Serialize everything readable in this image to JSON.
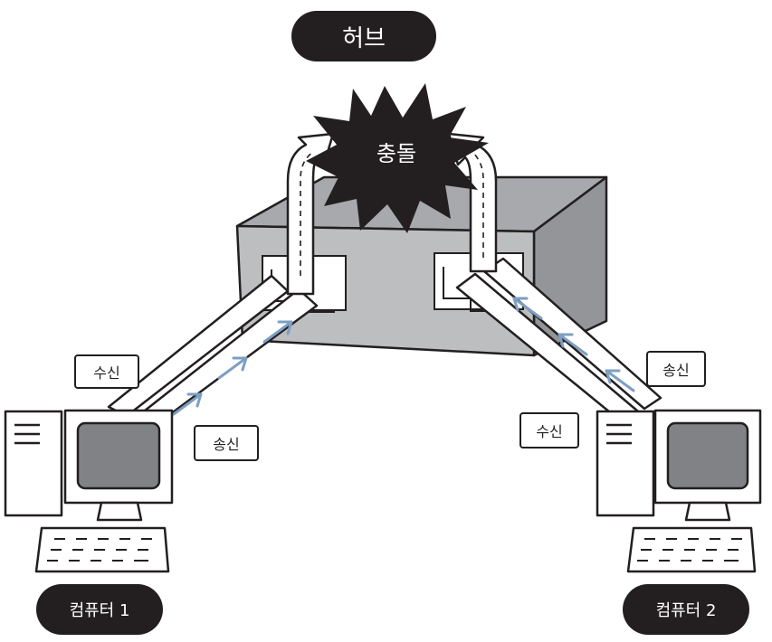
{
  "hub_label": "허브",
  "collision_label": "충돌",
  "computer1": {
    "label": "컴퓨터 1",
    "receive_label": "수신",
    "send_label": "송신"
  },
  "computer2": {
    "label": "컴퓨터 2",
    "receive_label": "수신",
    "send_label": "송신"
  },
  "colors": {
    "ink": "#231f20",
    "hub_fill": "#bcbec0",
    "screen_fill": "#808285",
    "signal_arrow": "#7d9fc2"
  }
}
